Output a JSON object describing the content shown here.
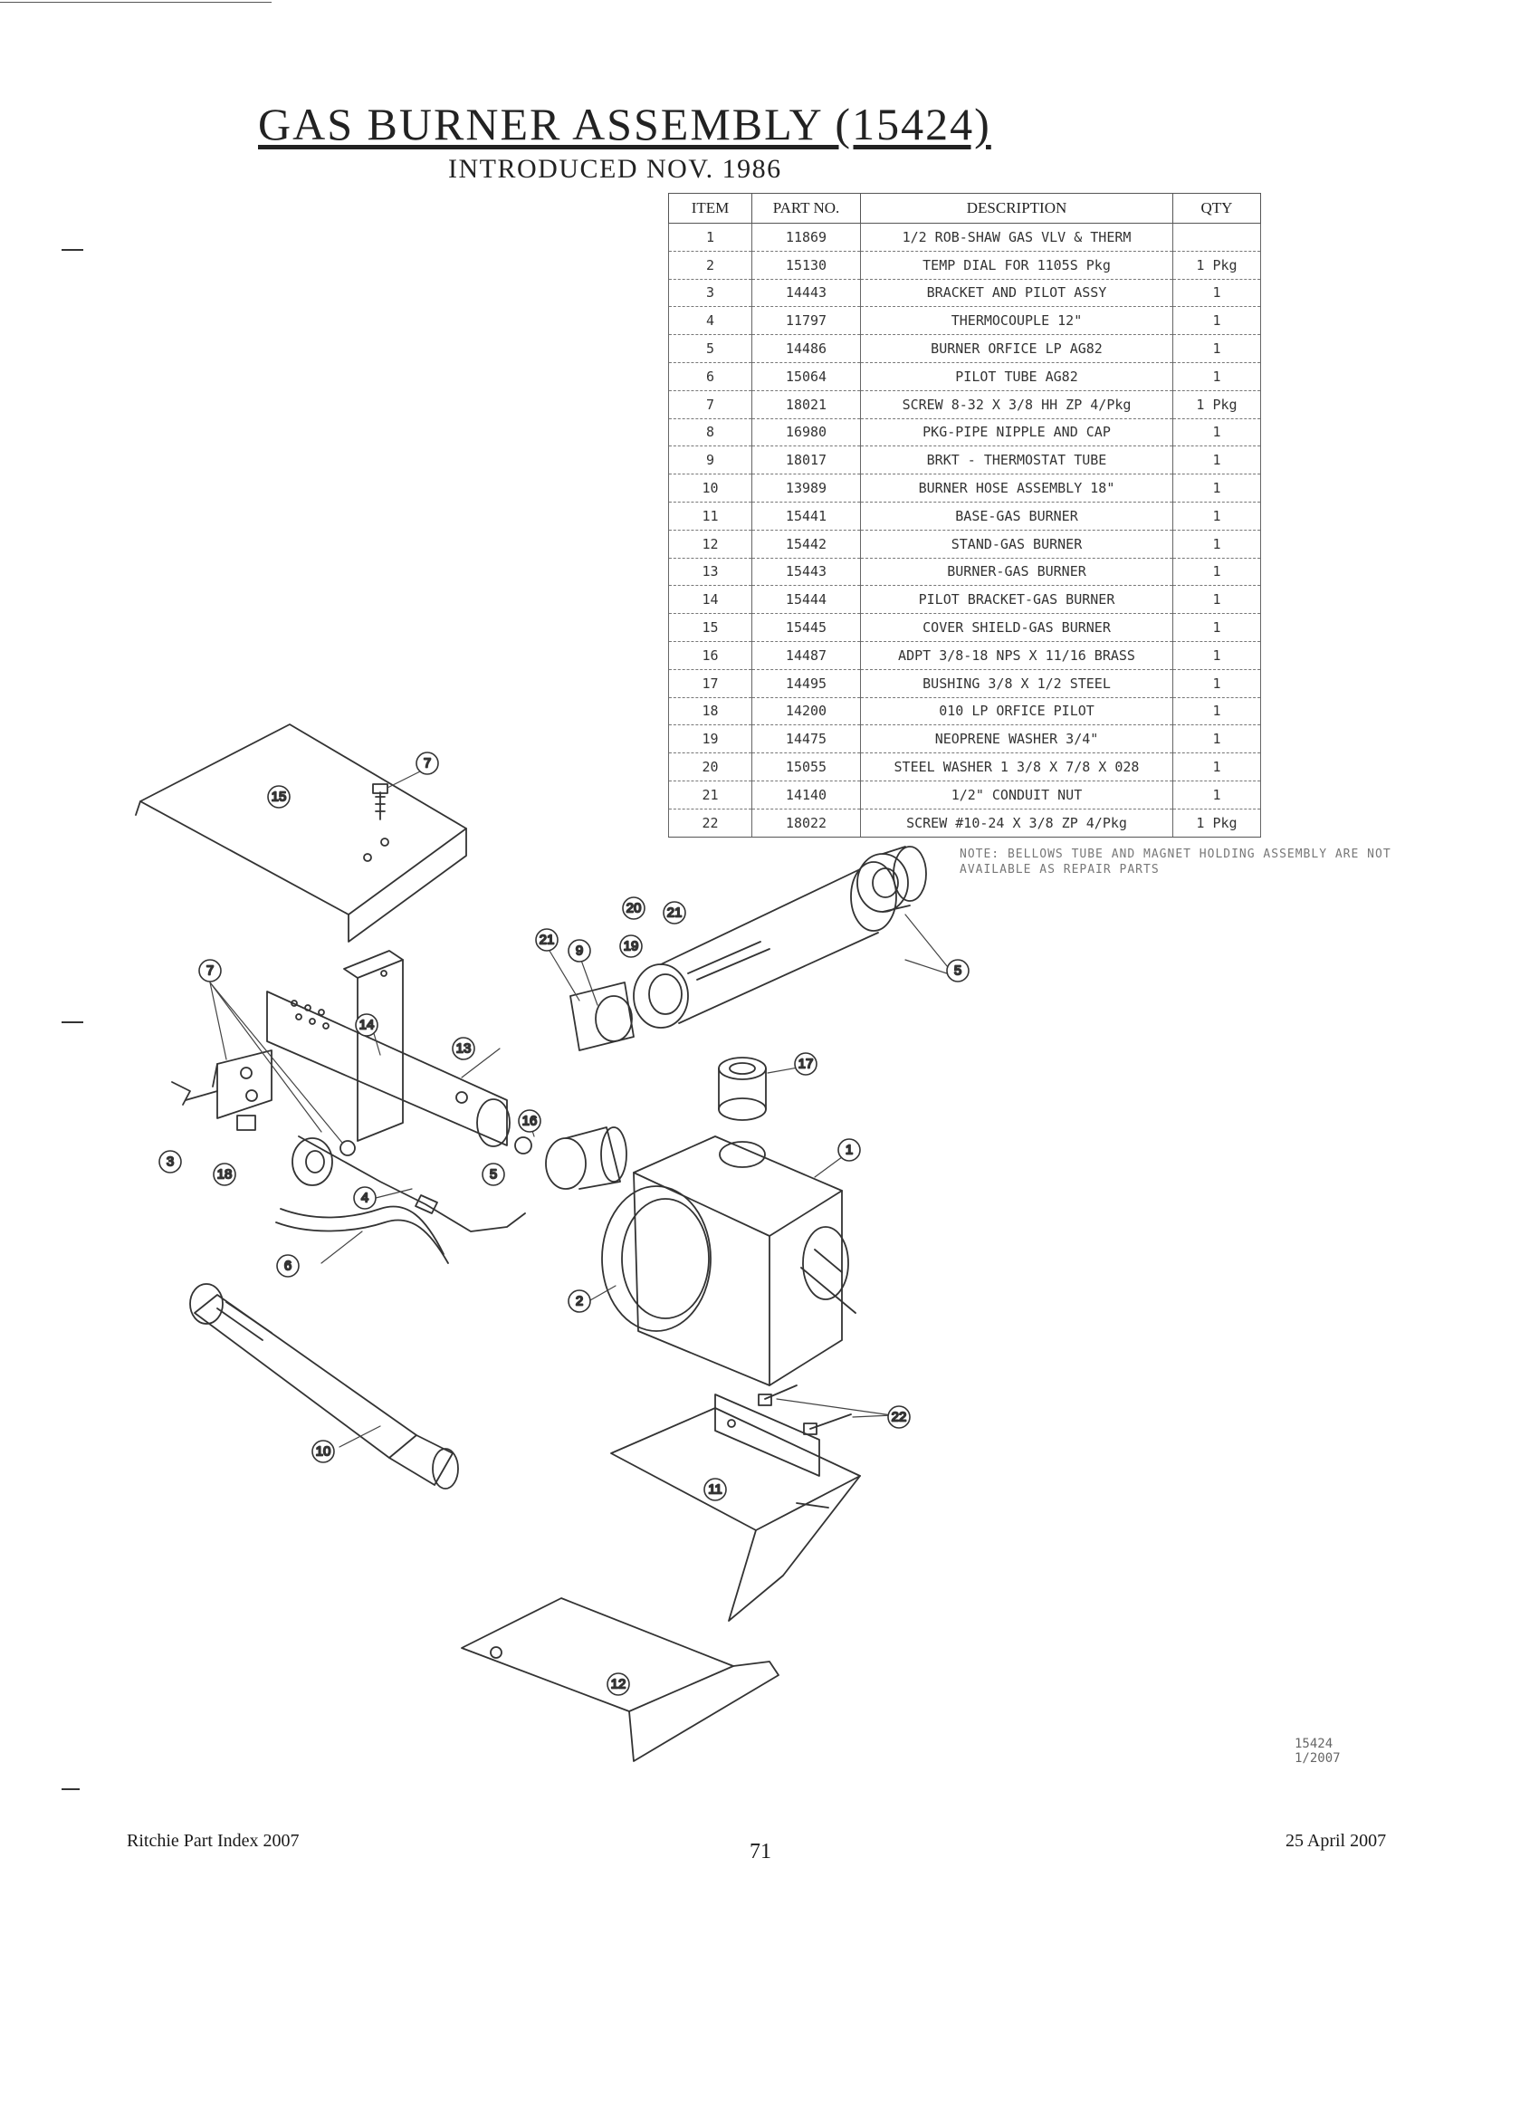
{
  "title": "GAS BURNER ASSEMBLY (15424)",
  "subtitle": "INTRODUCED NOV. 1986",
  "parts_table": {
    "headers": [
      "ITEM",
      "PART NO.",
      "DESCRIPTION",
      "QTY"
    ],
    "rows": [
      {
        "item": "1",
        "part_no": "11869",
        "description": "1/2 ROB-SHAW GAS VLV & THERM",
        "qty": ""
      },
      {
        "item": "2",
        "part_no": "15130",
        "description": "TEMP DIAL FOR 1105S Pkg",
        "qty": "1 Pkg"
      },
      {
        "item": "3",
        "part_no": "14443",
        "description": "BRACKET AND PILOT ASSY",
        "qty": "1"
      },
      {
        "item": "4",
        "part_no": "11797",
        "description": "THERMOCOUPLE 12\"",
        "qty": "1"
      },
      {
        "item": "5",
        "part_no": "14486",
        "description": "BURNER ORFICE LP AG82",
        "qty": "1"
      },
      {
        "item": "6",
        "part_no": "15064",
        "description": "PILOT TUBE AG82",
        "qty": "1"
      },
      {
        "item": "7",
        "part_no": "18021",
        "description": "SCREW 8-32 X 3/8 HH ZP 4/Pkg",
        "qty": "1 Pkg"
      },
      {
        "item": "8",
        "part_no": "16980",
        "description": "PKG-PIPE NIPPLE AND CAP",
        "qty": "1"
      },
      {
        "item": "9",
        "part_no": "18017",
        "description": "BRKT - THERMOSTAT TUBE",
        "qty": "1"
      },
      {
        "item": "10",
        "part_no": "13989",
        "description": "BURNER HOSE ASSEMBLY 18\"",
        "qty": "1"
      },
      {
        "item": "11",
        "part_no": "15441",
        "description": "BASE-GAS BURNER",
        "qty": "1"
      },
      {
        "item": "12",
        "part_no": "15442",
        "description": "STAND-GAS BURNER",
        "qty": "1"
      },
      {
        "item": "13",
        "part_no": "15443",
        "description": "BURNER-GAS BURNER",
        "qty": "1"
      },
      {
        "item": "14",
        "part_no": "15444",
        "description": "PILOT BRACKET-GAS BURNER",
        "qty": "1"
      },
      {
        "item": "15",
        "part_no": "15445",
        "description": "COVER SHIELD-GAS BURNER",
        "qty": "1"
      },
      {
        "item": "16",
        "part_no": "14487",
        "description": "ADPT 3/8-18 NPS X 11/16 BRASS",
        "qty": "1"
      },
      {
        "item": "17",
        "part_no": "14495",
        "description": "BUSHING 3/8 X 1/2 STEEL",
        "qty": "1"
      },
      {
        "item": "18",
        "part_no": "14200",
        "description": "010 LP ORFICE PILOT",
        "qty": "1"
      },
      {
        "item": "19",
        "part_no": "14475",
        "description": "NEOPRENE WASHER 3/4\"",
        "qty": "1"
      },
      {
        "item": "20",
        "part_no": "15055",
        "description": "STEEL WASHER 1 3/8 X 7/8 X 028",
        "qty": "1"
      },
      {
        "item": "21",
        "part_no": "14140",
        "description": "1/2\" CONDUIT NUT",
        "qty": "1"
      },
      {
        "item": "22",
        "part_no": "18022",
        "description": "SCREW #10-24 X 3/8 ZP 4/Pkg",
        "qty": "1 Pkg"
      }
    ]
  },
  "note": "NOTE: BELLOWS TUBE AND MAGNET HOLDING ASSEMBLY ARE NOT AVAILABLE AS REPAIR PARTS",
  "callouts": [
    "1",
    "2",
    "3",
    "4",
    "5",
    "5",
    "6",
    "7",
    "7",
    "9",
    "10",
    "11",
    "12",
    "13",
    "14",
    "15",
    "16",
    "17",
    "18",
    "19",
    "20",
    "21",
    "21",
    "22"
  ],
  "drawing_id": {
    "number": "15424",
    "date": "1/2007"
  },
  "footer": {
    "left": "Ritchie Part Index 2007",
    "page": "71",
    "right": "25 April 2007"
  }
}
